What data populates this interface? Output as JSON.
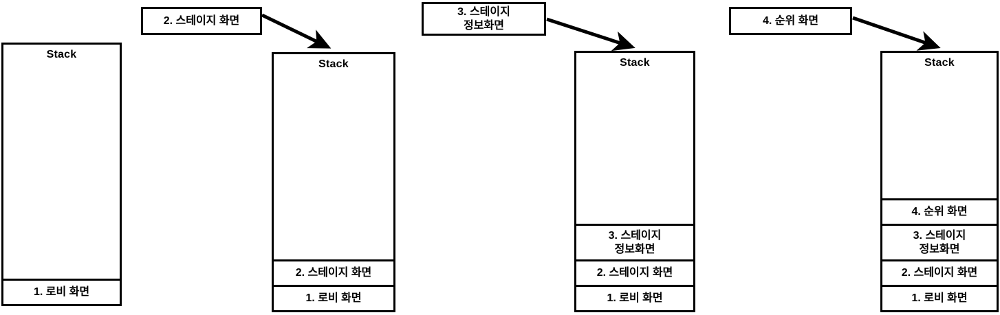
{
  "diagram": {
    "title_text": "Stack",
    "stack_label": "Stack",
    "stacks": [
      {
        "id": "stack-1",
        "title": "Stack",
        "frames": [
          {
            "label": "1. 로비 화면",
            "lines": 1
          }
        ]
      },
      {
        "id": "stack-2",
        "title": "Stack",
        "frames": [
          {
            "label": "2. 스테이지 화면",
            "lines": 1
          },
          {
            "label": "1. 로비 화면",
            "lines": 1
          }
        ]
      },
      {
        "id": "stack-3",
        "title": "Stack",
        "frames": [
          {
            "label": "3. 스테이지\n정보화면",
            "lines": 2
          },
          {
            "label": "2. 스테이지 화면",
            "lines": 1
          },
          {
            "label": "1. 로비 화면",
            "lines": 1
          }
        ]
      },
      {
        "id": "stack-4",
        "title": "Stack",
        "frames": [
          {
            "label": "4. 순위 화면",
            "lines": 1
          },
          {
            "label": "3. 스테이지\n정보화면",
            "lines": 2
          },
          {
            "label": "2. 스테이지 화면",
            "lines": 1
          },
          {
            "label": "1. 로비 화면",
            "lines": 1
          }
        ]
      }
    ],
    "callouts": [
      {
        "id": "callout-2",
        "label": "2. 스테이지 화면"
      },
      {
        "id": "callout-3",
        "label": "3. 스테이지\n정보화면"
      },
      {
        "id": "callout-4",
        "label": "4. 순위 화면"
      }
    ],
    "colors": {
      "stroke": "#000000",
      "fill": "#FFFFFF",
      "text": "#000000"
    }
  }
}
